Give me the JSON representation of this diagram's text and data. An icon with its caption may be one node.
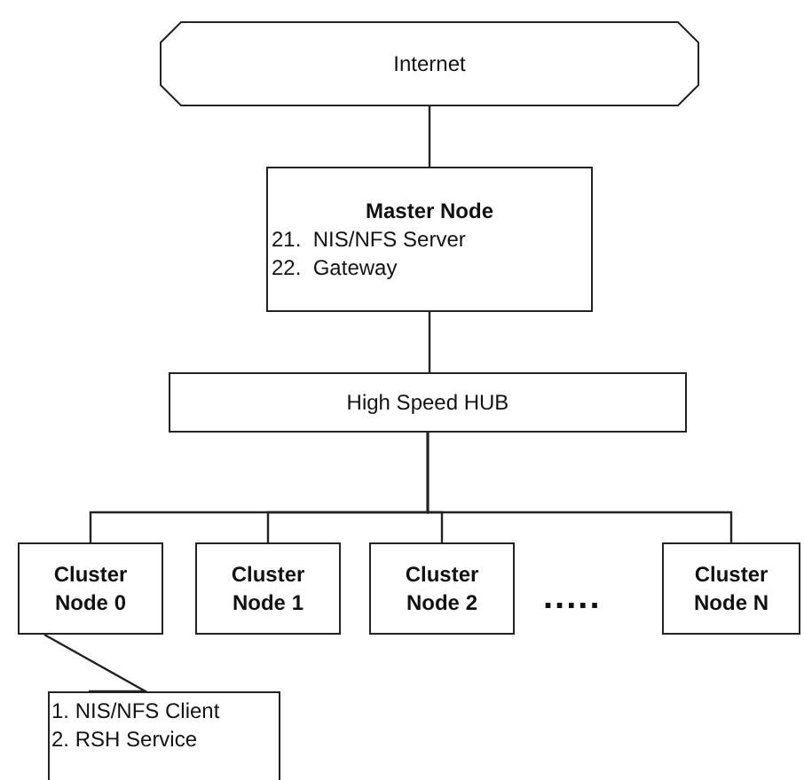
{
  "diagram": {
    "nodes": [
      {
        "text": [
          "Internet"
        ]
      },
      {
        "text": [
          "Master Node",
          "21.  NIS/NFS Server",
          "22.  Gateway"
        ]
      },
      {
        "text": [
          "High Speed HUB"
        ]
      },
      {
        "text": [
          "Cluster Node 0"
        ]
      },
      {
        "text": [
          "Cluster Node 1"
        ]
      },
      {
        "text": [
          "Cluster Node 2"
        ]
      },
      {
        "text": [
          "Cluster Node N"
        ]
      },
      {
        "text": [
          "1. NIS/NFS Client",
          "2. RSH Service"
        ]
      }
    ],
    "edges": [
      {
        "from": 0,
        "to": 1,
        "arrow": "none"
      },
      {
        "from": 1,
        "to": 2,
        "arrow": "none"
      },
      {
        "from": 2,
        "to": 3,
        "arrow": "none"
      },
      {
        "from": 2,
        "to": 4,
        "arrow": "none"
      },
      {
        "from": 2,
        "to": 5,
        "arrow": "none"
      },
      {
        "from": 2,
        "to": 6,
        "arrow": "none"
      },
      {
        "from": 7,
        "to": 3,
        "arrow": "none"
      }
    ],
    "labels": [
      "....."
    ]
  }
}
